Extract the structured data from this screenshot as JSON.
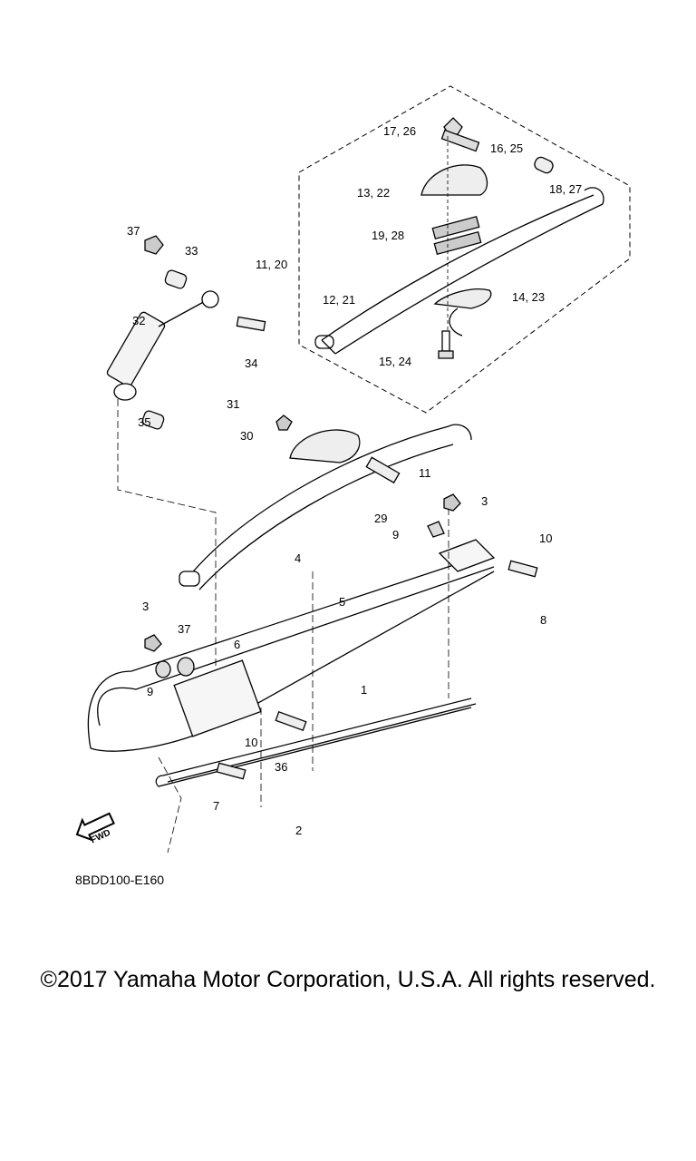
{
  "diagram": {
    "code": "8BDD100-E160",
    "fwd_label": "FWD",
    "part_labels": [
      "17, 26",
      "16, 25",
      "18, 27",
      "13, 22",
      "19, 28",
      "11, 20",
      "12, 21",
      "14, 23",
      "15, 24",
      "37",
      "33",
      "32",
      "34",
      "35",
      "31",
      "30",
      "11",
      "29",
      "3",
      "9",
      "10",
      "4",
      "5",
      "6",
      "8",
      "3",
      "37",
      "9",
      "1",
      "10",
      "36",
      "7",
      "2"
    ]
  },
  "footer": {
    "copyright": "©2017 Yamaha Motor Corporation, U.S.A. All rights reserved."
  }
}
